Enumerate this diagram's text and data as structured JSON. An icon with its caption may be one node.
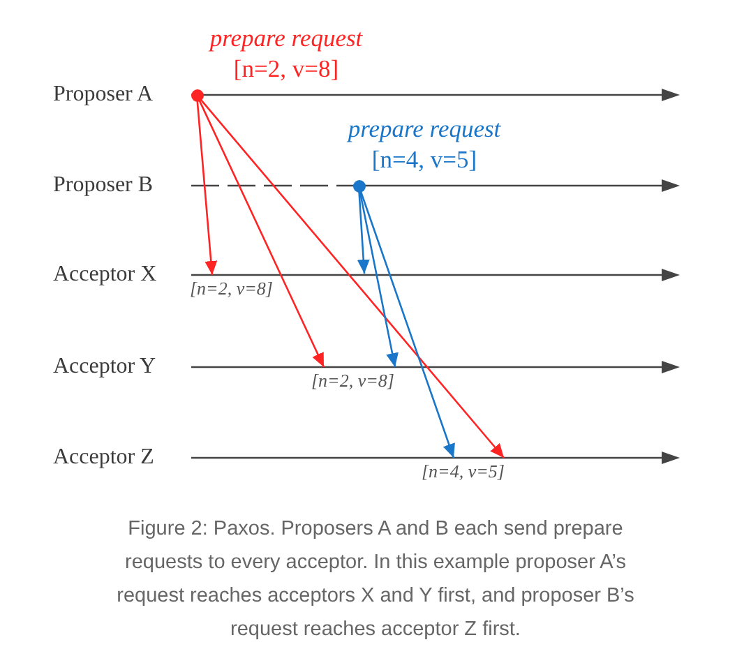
{
  "diagram": {
    "caption": "Figure 2: Paxos. Proposers A and B each send prepare requests to every acceptor. In this example proposer A’s request reaches acceptors X and Y first, and proposer B’s request reaches acceptor Z first.",
    "nodes": [
      {
        "text": [],
        "shape": "circle",
        "beside": [
          "prepare request",
          "[n=2, v=8]"
        ]
      },
      {
        "text": [],
        "shape": "circle",
        "beside": [
          "prepare request",
          "[n=4, v=5]"
        ]
      },
      {
        "text": [
          "[n=2, v=8]"
        ]
      },
      {
        "text": [
          "[n=2, v=8]"
        ]
      },
      {
        "text": [
          "[n=4, v=5]"
        ]
      }
    ],
    "edges": [
      {
        "from": 0,
        "to": 2,
        "arrow": "to",
        "color": "#ff2424"
      },
      {
        "from": 0,
        "to": 3,
        "arrow": "to",
        "color": "#ff2424"
      },
      {
        "from": 0,
        "to": 4,
        "arrow": "to",
        "color": "#ff2424"
      },
      {
        "from": 1,
        "to": null,
        "arrow": "to",
        "color": "#1a76c8"
      },
      {
        "from": 1,
        "to": 3,
        "arrow": "to",
        "color": "#1a76c8"
      },
      {
        "from": 1,
        "to": 4,
        "arrow": "to",
        "color": "#1a76c8"
      }
    ],
    "labels": [
      "Proposer A",
      "Proposer B",
      "Acceptor X",
      "Acceptor Y",
      "Acceptor Z"
    ]
  }
}
